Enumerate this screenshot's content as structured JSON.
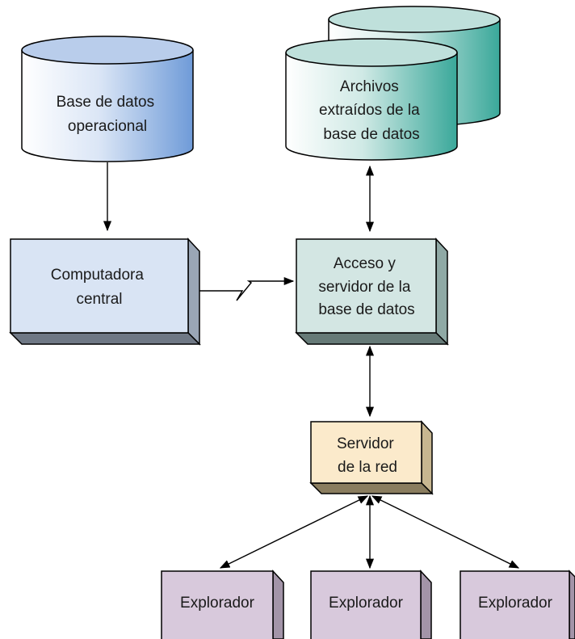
{
  "nodes": {
    "operational_db": {
      "label_lines": [
        "Base de datos",
        "operacional"
      ]
    },
    "extracted_files": {
      "label_lines": [
        "Archivos",
        "extraídos de la",
        "base de datos"
      ]
    },
    "mainframe": {
      "label_lines": [
        "Computadora",
        "central"
      ]
    },
    "db_server": {
      "label_lines": [
        "Acceso y",
        "servidor de la",
        "base de datos"
      ]
    },
    "web_server": {
      "label_lines": [
        "Servidor",
        "de la red"
      ]
    },
    "browsers": [
      {
        "label": "Explorador"
      },
      {
        "label": "Explorador"
      },
      {
        "label": "Explorador"
      }
    ]
  },
  "colors": {
    "operational_db": "#6f9bd8",
    "extracted_files": "#3aa89a",
    "mainframe": "#d9e4f4",
    "db_server": "#d3e6e3",
    "web_server": "#fbeacb",
    "browser": "#d8c9dc"
  }
}
